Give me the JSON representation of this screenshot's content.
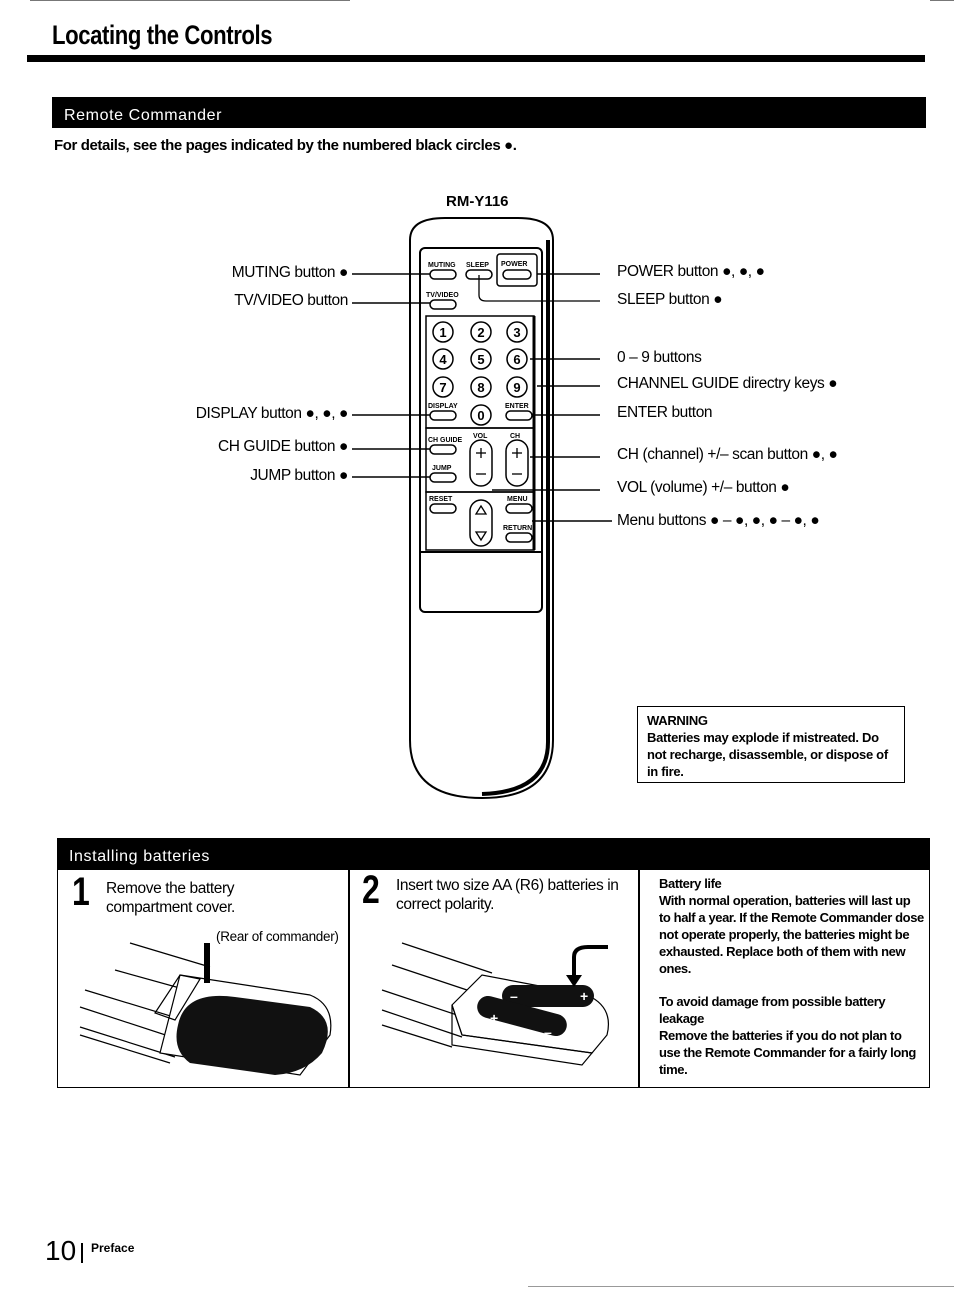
{
  "page_title": "Locating the Controls",
  "remote_section": {
    "bar_label": "Remote Commander",
    "details_text": "For details, see the pages indicated by the numbered black circles ●.",
    "model": "RM-Y116",
    "left_labels": {
      "muting": "MUTING button ●",
      "tv_video": "TV/VIDEO button",
      "display": "DISPLAY button ●, ●, ●",
      "ch_guide": "CH GUIDE button ●",
      "jump": "JUMP button ●"
    },
    "right_labels": {
      "power": "POWER button ●, ●, ●",
      "sleep": "SLEEP button ●",
      "digits": "0 – 9 buttons",
      "channel_guide": "CHANNEL GUIDE directry keys ●",
      "enter": "ENTER button",
      "ch_scan": "CH (channel) +/– scan button ●, ●",
      "vol": "VOL (volume) +/– button ●",
      "menu": "Menu buttons ● – ●, ●, ● – ●, ●"
    },
    "remote_keys": {
      "muting": "MUTING",
      "sleep": "SLEEP",
      "power": "POWER",
      "tv_video": "TV/VIDEO",
      "display": "DISPLAY",
      "enter": "ENTER",
      "ch_guide": "CH GUIDE",
      "vol": "VOL",
      "ch": "CH",
      "jump": "JUMP",
      "reset": "RESET",
      "menu": "MENU",
      "return": "RETURN",
      "digits": [
        "1",
        "2",
        "3",
        "4",
        "5",
        "6",
        "7",
        "8",
        "9",
        "0"
      ]
    },
    "warning": {
      "title": "WARNING",
      "body": "Batteries may explode if mistreated. Do not recharge, disassemble, or dispose of in fire."
    }
  },
  "battery_section": {
    "bar_label": "Installing batteries",
    "step1": {
      "num": "1",
      "text": "Remove the battery compartment cover.",
      "caption": "(Rear of commander)"
    },
    "step2": {
      "num": "2",
      "text": "Insert two size AA (R6) batteries in correct polarity."
    },
    "battery_life": {
      "heading": "Battery life",
      "body": "With normal operation, batteries will last up to half a year. If the Remote Commander dose not operate properly, the batteries might be exhausted. Replace both of them with new ones."
    },
    "leakage": {
      "heading": "To avoid damage from possible battery leakage",
      "body": "Remove the batteries if you do not plan to use the Remote Commander for a fairly long time."
    }
  },
  "footer": {
    "page_number": "10",
    "section": "Preface"
  }
}
